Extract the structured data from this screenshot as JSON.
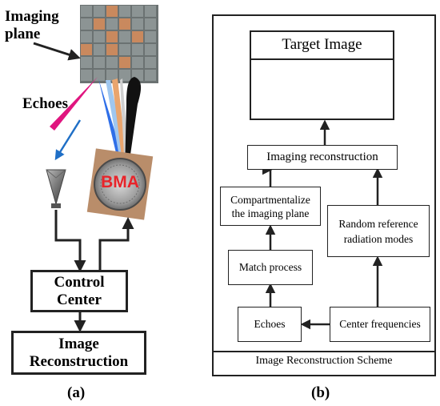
{
  "panel_a": {
    "imaging_plane_label_1": "Imaging",
    "imaging_plane_label_2": "plane",
    "echoes_label": "Echoes",
    "bma_label": "BMA",
    "control_center_1": "Control",
    "control_center_2": "Center",
    "image_reconstruction_1": "Image",
    "image_reconstruction_2": "Reconstruction",
    "caption": "(a)"
  },
  "panel_b": {
    "target_image": "Target Image",
    "imaging_reconstruction": "Imaging reconstruction",
    "compartmentalize_1": "Compartmentalize",
    "compartmentalize_2": "the imaging plane",
    "random_reference_1": "Random reference",
    "random_reference_2": "radiation modes",
    "match_process": "Match process",
    "echoes": "Echoes",
    "center_frequencies": "Center frequencies",
    "scheme_title": "Image Reconstruction Scheme",
    "caption": "(b)"
  },
  "colors": {
    "stroke": "#222222",
    "echo_magenta": "#e0157f",
    "echo_blue": "#2f6fe8",
    "echo_light_blue": "#9fc7f0",
    "echo_orange": "#e9a56e",
    "echo_black": "#111111",
    "arrow_blue": "#1f6fc6",
    "bma_red": "#e8242a"
  }
}
